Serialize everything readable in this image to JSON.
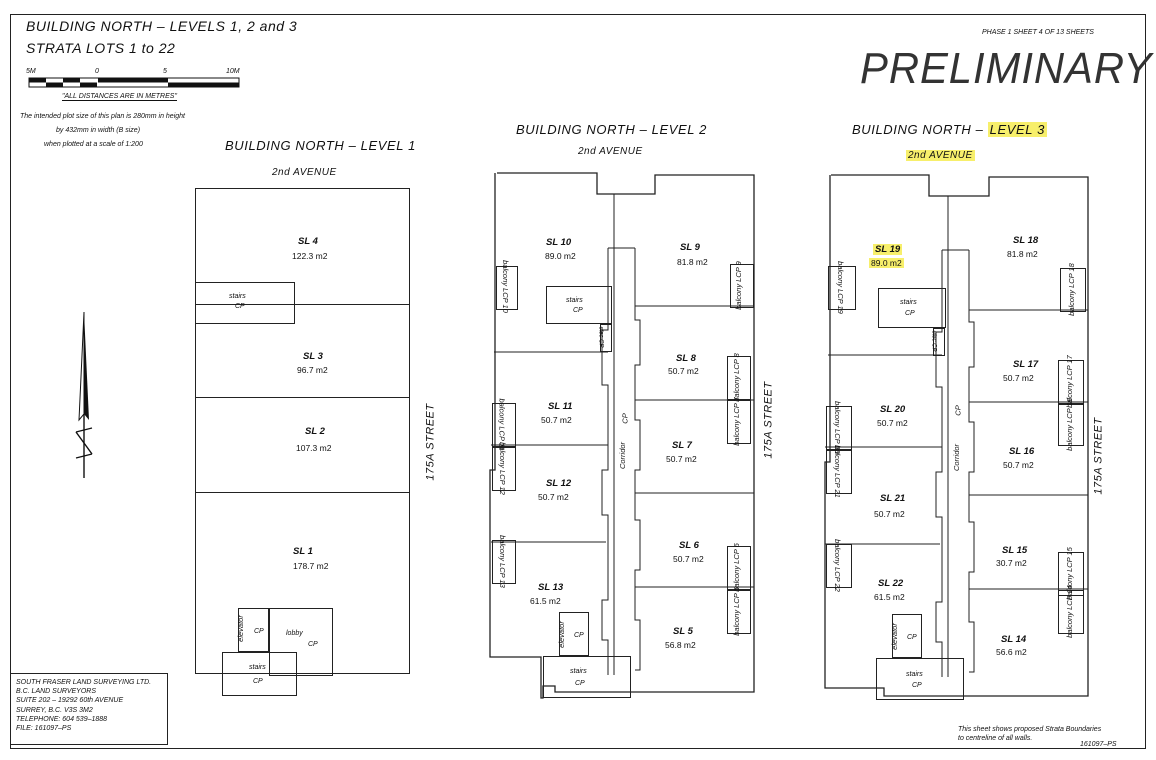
{
  "header": {
    "title_line1": "BUILDING NORTH – LEVELS 1, 2 and 3",
    "title_line2": "STRATA LOTS 1 to 22",
    "phase": "PHASE 1   SHEET 4 OF 13 SHEETS",
    "stamp": "PRELIMINARY"
  },
  "scale": {
    "labels": [
      "5M",
      "0",
      "5",
      "10M"
    ],
    "units_note": "\"ALL DISTANCES ARE IN METRES\"",
    "plot_note": [
      "The intended plot size of this plan is 280mm in height",
      "by 432mm in width (B size)",
      "when plotted at a scale of 1:200"
    ]
  },
  "level1": {
    "title": "BUILDING NORTH – LEVEL 1",
    "avenue": "2nd AVENUE",
    "street": "175A STREET",
    "lots": [
      {
        "name": "SL 4",
        "area": "122.3 m2"
      },
      {
        "name": "SL 3",
        "area": "96.7 m2"
      },
      {
        "name": "SL 2",
        "area": "107.3 m2"
      },
      {
        "name": "SL 1",
        "area": "178.7 m2"
      }
    ],
    "stairs_top": [
      "stairs",
      "CP"
    ],
    "elevator": [
      "elevator",
      "CP"
    ],
    "lobby": [
      "lobby",
      "CP"
    ],
    "stairs_bottom": [
      "stairs",
      "CP"
    ]
  },
  "level2": {
    "title": "BUILDING NORTH – LEVEL 2",
    "avenue": "2nd AVENUE",
    "street": "175A STREET",
    "lots": [
      {
        "name": "SL 10",
        "area": "89.0 m2"
      },
      {
        "name": "SL 9",
        "area": "81.8 m2"
      },
      {
        "name": "SL 8",
        "area": "50.7 m2"
      },
      {
        "name": "SL 11",
        "area": "50.7 m2"
      },
      {
        "name": "SL 7",
        "area": "50.7 m2"
      },
      {
        "name": "SL 12",
        "area": "50.7 m2"
      },
      {
        "name": "SL 6",
        "area": "50.7 m2"
      },
      {
        "name": "SL 13",
        "area": "61.5 m2"
      },
      {
        "name": "SL 5",
        "area": "56.8 m2"
      }
    ],
    "balconies": [
      "balcony LCP 10",
      "balcony LCP 9",
      "balcony LCP 8",
      "balcony LCP 7",
      "balcony LCP 11",
      "balcony LCP 12",
      "balcony LCP 6",
      "balcony LCP 5",
      "balcony LCP 13"
    ],
    "stairs_top": [
      "stairs",
      "CP"
    ],
    "elec": "elec CP",
    "corridor": "Corridor",
    "cp": "CP",
    "elevator": [
      "elevator",
      "CP"
    ],
    "stairs_bottom": [
      "stairs",
      "CP"
    ]
  },
  "level3": {
    "title_prefix": "BUILDING NORTH – ",
    "title_highlight": "LEVEL 3",
    "avenue": "2nd AVENUE",
    "street": "175A STREET",
    "lots": [
      {
        "name": "SL 19",
        "area": "89.0 m2"
      },
      {
        "name": "SL 18",
        "area": "81.8 m2"
      },
      {
        "name": "SL 17",
        "area": "50.7 m2"
      },
      {
        "name": "SL 20",
        "area": "50.7 m2"
      },
      {
        "name": "SL 16",
        "area": "50.7 m2"
      },
      {
        "name": "SL 21",
        "area": "50.7 m2"
      },
      {
        "name": "SL 15",
        "area": "30.7 m2"
      },
      {
        "name": "SL 22",
        "area": "61.5 m2"
      },
      {
        "name": "SL 14",
        "area": "56.6 m2"
      }
    ],
    "balconies": [
      "balcony LCP 19",
      "balcony LCP 18",
      "balcony LCP 17",
      "balcony LCP 16",
      "balcony LCP 20",
      "balcony LCP 21",
      "balcony LCP 15",
      "balcony LCP 14",
      "balcony LCP 22"
    ],
    "stairs_top": [
      "stairs",
      "CP"
    ],
    "elec": "elec CP",
    "corridor": "Corridor",
    "cp": "CP",
    "elevator": [
      "elevator",
      "CP"
    ],
    "stairs_bottom": [
      "stairs",
      "CP"
    ]
  },
  "firm": {
    "lines": [
      "SOUTH FRASER LAND SURVEYING LTD.",
      "B.C. LAND SURVEYORS",
      "SUITE 202 – 19292 60th AVENUE",
      "SURREY, B.C.   V3S 3M2",
      "TELEPHONE: 604 539–1888",
      "FILE:  161097–PS"
    ]
  },
  "footer": {
    "note_line1": "This sheet shows proposed Strata Boundaries",
    "note_line2": "to centreline of all walls.",
    "file": "161097–PS"
  },
  "colors": {
    "highlight": "#f7ef6b",
    "ink": "#222222"
  }
}
